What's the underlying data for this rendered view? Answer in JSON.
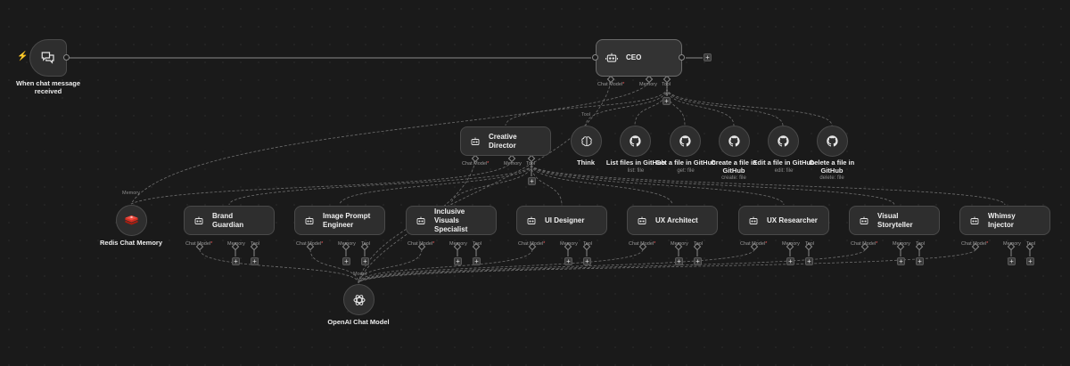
{
  "trigger": {
    "label": "When chat message\nreceived",
    "icon": "chat-bubbles-icon"
  },
  "ceo": {
    "title": "CEO",
    "ports": [
      "Chat Model",
      "Memory",
      "Tool"
    ],
    "icon": "robot-icon"
  },
  "creative_director": {
    "title": "Creative Director",
    "ports": [
      "Chat Model",
      "Memory",
      "Tool"
    ],
    "icon": "robot-icon"
  },
  "tools": [
    {
      "label": "Think",
      "sub": "",
      "icon": "brain-icon"
    },
    {
      "label": "List files in GitHub",
      "sub": "list: file",
      "icon": "github-icon"
    },
    {
      "label": "Get a file in GitHub",
      "sub": "get: file",
      "icon": "github-icon"
    },
    {
      "label": "Create a file in\nGitHub",
      "sub": "create: file",
      "icon": "github-icon"
    },
    {
      "label": "Edit a file in GitHub",
      "sub": "edit: file",
      "icon": "github-icon"
    },
    {
      "label": "Delete a file in\nGitHub",
      "sub": "delete: file",
      "icon": "github-icon"
    }
  ],
  "memory": {
    "label": "Redis Chat Memory",
    "icon": "redis-icon",
    "color": "#d82c20"
  },
  "model": {
    "label": "OpenAI Chat Model",
    "icon": "openai-icon"
  },
  "agents": [
    {
      "title": "Brand Guardian"
    },
    {
      "title": "Image Prompt\nEngineer"
    },
    {
      "title": "Inclusive Visuals\nSpecialist"
    },
    {
      "title": "UI Designer"
    },
    {
      "title": "UX Architect"
    },
    {
      "title": "UX Researcher"
    },
    {
      "title": "Visual Storyteller"
    },
    {
      "title": "Whimsy Injector"
    }
  ],
  "agent_ports": [
    "Chat Model",
    "Memory",
    "Tool"
  ],
  "wire_labels": {
    "tool": "Tool",
    "memory": "Memory",
    "model": "Model"
  },
  "colors": {
    "canvas": "#1a1a1a",
    "node": "#2e2e2e",
    "wire": "#7a7a7a",
    "required": "#ff5c5c",
    "trigger_bolt": "#ff6d5a"
  }
}
